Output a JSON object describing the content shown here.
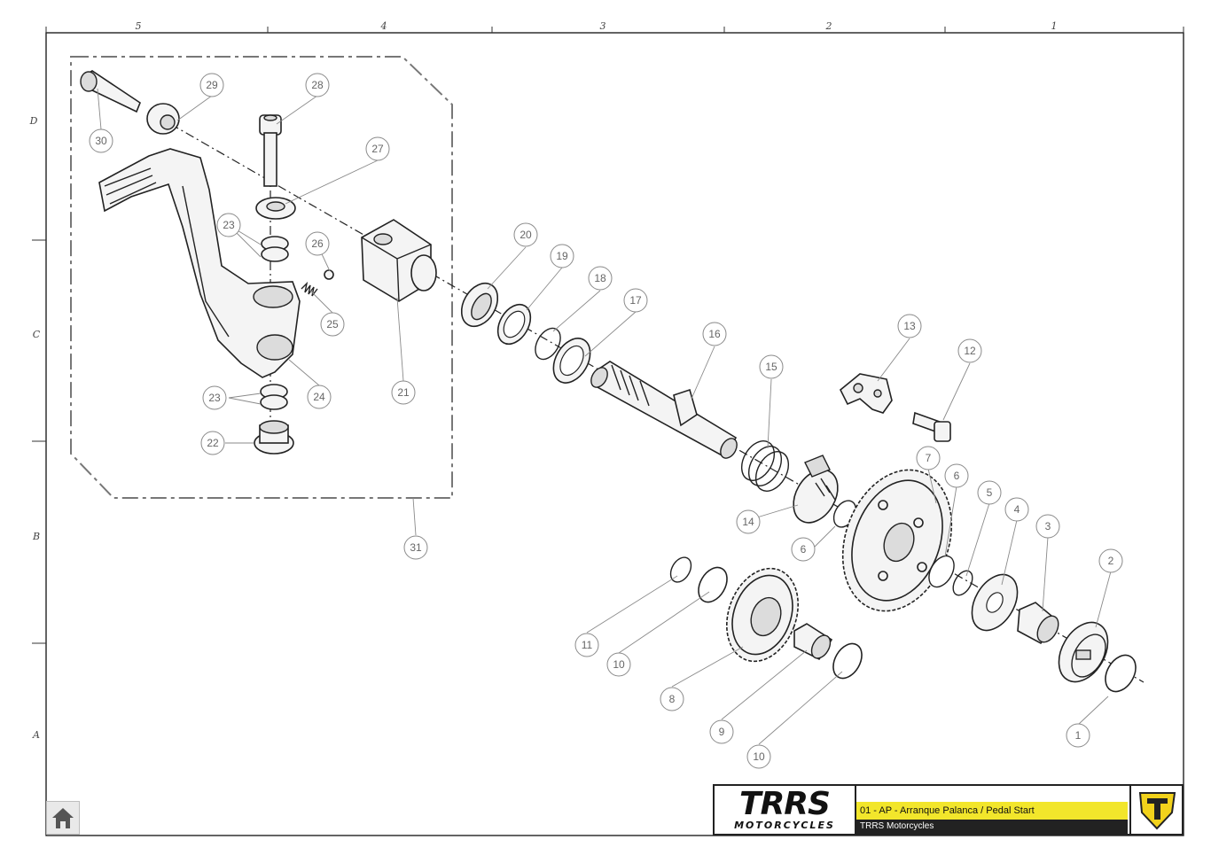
{
  "grid": {
    "columns": [
      "5",
      "4",
      "3",
      "2",
      "1"
    ],
    "rows": [
      "D",
      "C",
      "B",
      "A"
    ]
  },
  "callouts": [
    "1",
    "2",
    "3",
    "4",
    "5",
    "6",
    "6",
    "7",
    "8",
    "9",
    "10",
    "10",
    "10",
    "11",
    "12",
    "13",
    "14",
    "15",
    "16",
    "17",
    "18",
    "19",
    "20",
    "21",
    "22",
    "23",
    "23",
    "24",
    "25",
    "26",
    "27",
    "28",
    "29",
    "30",
    "31"
  ],
  "title_block": {
    "logo": "TRRS",
    "logo_sub": "MOTORCYCLES",
    "drawing_title": "01 - AP - Arranque Palanca / Pedal Start",
    "company": "TRRS Motorcycles"
  },
  "colors": {
    "title_highlight": "#f2e62b",
    "brand_yellow": "#f2d21b",
    "line": "#222222"
  },
  "icons": {
    "home": "home-icon",
    "brand": "trrs-brand-mark-icon"
  }
}
